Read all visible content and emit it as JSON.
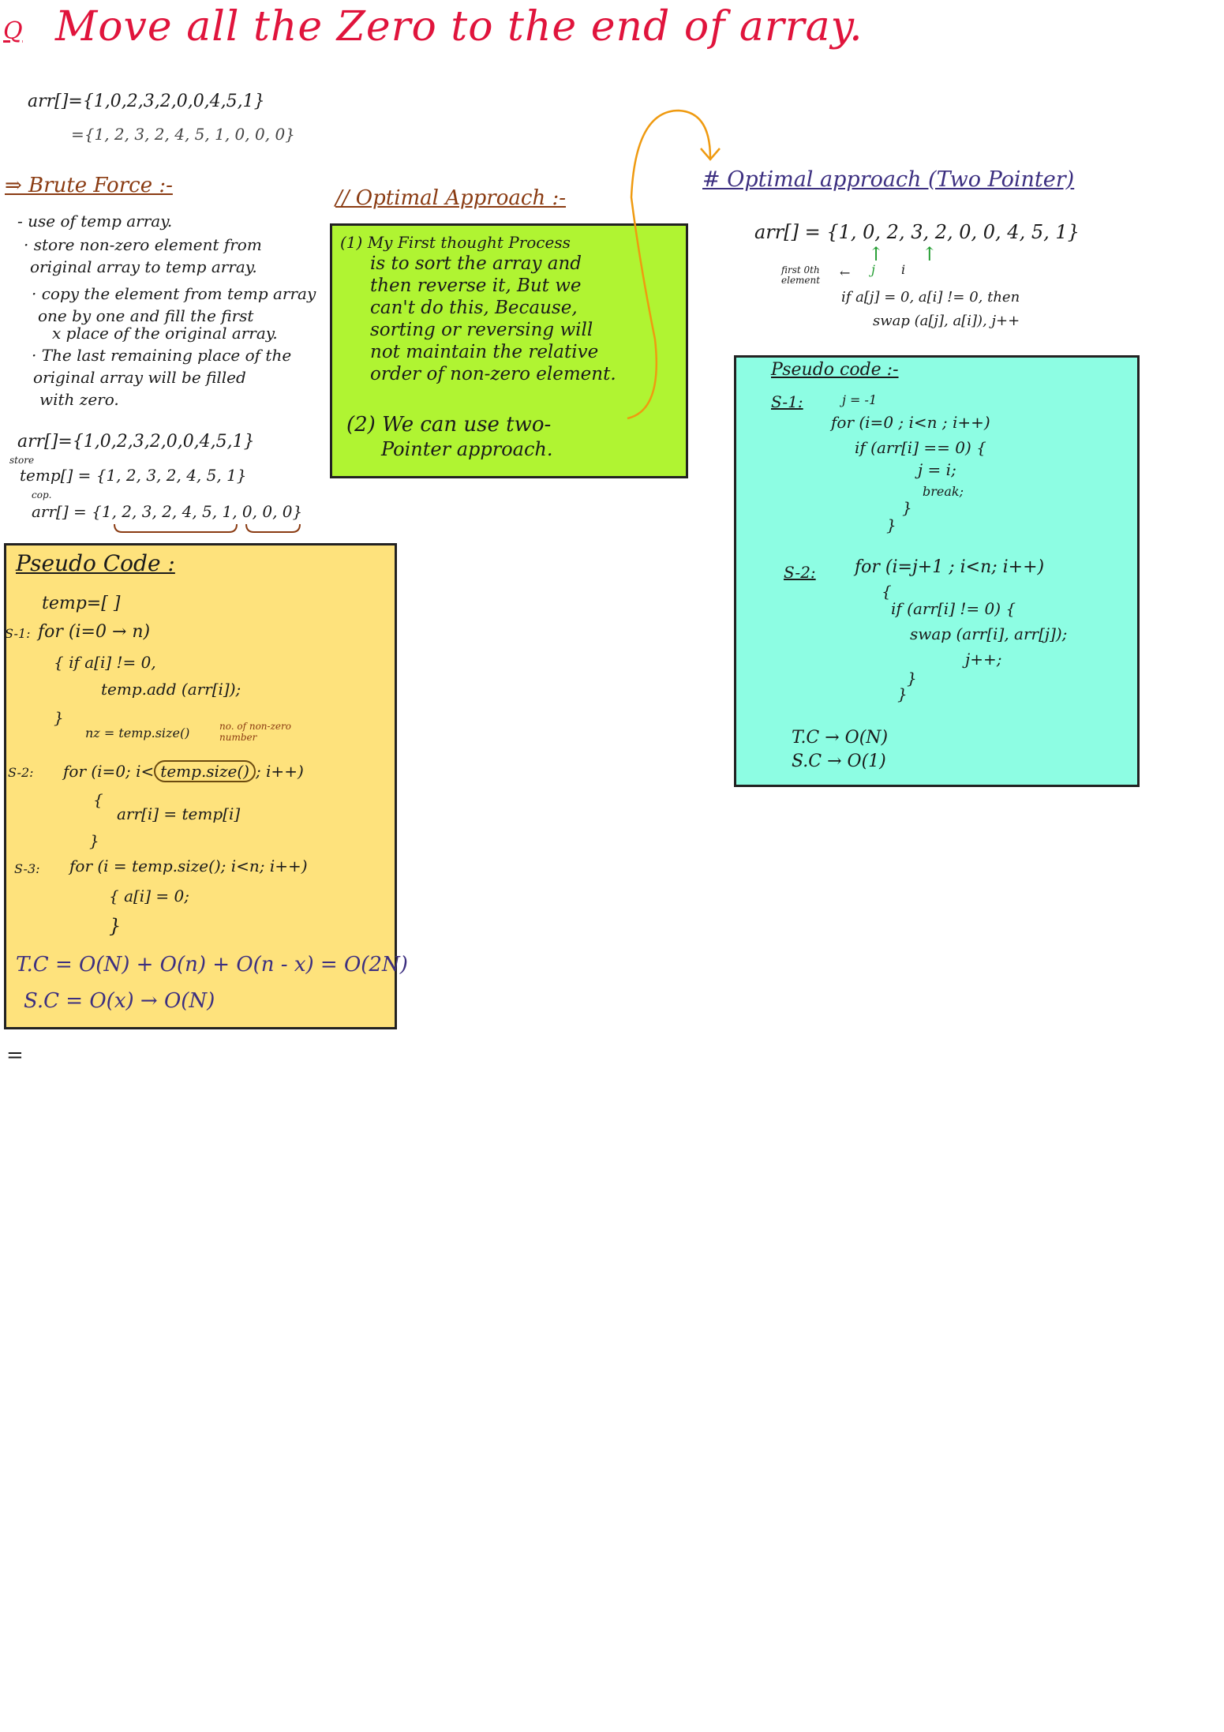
{
  "title": {
    "prefix": "Q",
    "text": "Move all the Zero to the end of array."
  },
  "intro": {
    "input": "arr[]={1,0,2,3,2,0,0,4,5,1}",
    "output": "={1, 2, 3, 2, 4, 5, 1, 0, 0, 0}"
  },
  "brute": {
    "heading": "⇒ Brute Force :-",
    "bullets": [
      "- use of temp array.",
      "· store non-zero element from",
      "original array to temp array.",
      "· copy the element from temp array",
      "one by one and fill the first",
      "x place of the original array.",
      "· The last remaining place of the",
      "original array will be filled",
      "with zero."
    ],
    "example": {
      "arr": "arr[]={1,0,2,3,2,0,0,4,5,1}",
      "store_label": "store",
      "temp": "temp[] = {1, 2, 3, 2, 4, 5, 1}",
      "copy_label": "cop.",
      "result": "arr[] = {1, 2, 3, 2, 4, 5, 1, 0, 0, 0}"
    }
  },
  "pseudo": {
    "heading": "Pseudo Code :",
    "temp_init": "temp=[ ]",
    "s1_label": "S-1:",
    "s1_loop": "for (i=0 → n)",
    "s1_if": "{ if a[i] != 0,",
    "s1_add": "temp.add (arr[i]);",
    "s1_close": "}",
    "nz": "nz = temp.size()",
    "nz_note": "no. of non-zero number",
    "s2_label": "S-2:",
    "s2_loop": "for (i=0; i<",
    "s2_highlight": "temp.size()",
    "s2_tail": "; i++)",
    "s2_open": "{",
    "s2_assign": "arr[i] = temp[i]",
    "s2_close": "}",
    "s3_label": "S-3:",
    "s3_loop": "for (i = temp.size(); i<n; i++)",
    "s3_body": "{ a[i] = 0;",
    "s3_close": "}",
    "tc": "T.C = O(N) + O(n) + O(n - x) = O(2N)",
    "sc": "S.C = O(x) → O(N)"
  },
  "thought": {
    "heading": "// Optimal Approach :-",
    "lines": [
      "(1) My First thought Process",
      "is to sort the array and",
      "then reverse it, But we",
      "can't do this, Because,",
      "sorting or reversing will",
      "not maintain the relative",
      "order of non-zero element."
    ],
    "lines2": [
      "(2) We can use two-",
      "Pointer approach."
    ]
  },
  "optimal": {
    "heading": "# Optimal approach (Two Pointer)",
    "arr": "arr[] = {1, 0, 2, 3, 2, 0, 0, 4, 5, 1}",
    "arrows": "↑ ↑",
    "ptr_j": "j",
    "ptr_i": "i",
    "first_zero": "first 0th element",
    "back_arrow": "←",
    "cond": "if a[j] = 0, a[i] != 0, then",
    "swap": "swap (a[j], a[i]), j++",
    "pseudo_heading": "Pseudo code :-",
    "s1_label": "S-1:",
    "s1_init": "j = -1",
    "s1_loop": "for (i=0 ; i<n ; i++)",
    "s1_if": "if (arr[i] == 0) {",
    "s1_assign": "j = i;",
    "s1_break": "break;",
    "s1_close1": "}",
    "s1_close2": "}",
    "s2_label": "S-2:",
    "s2_loop": "for (i=j+1 ; i<n; i++)",
    "s2_open": "{",
    "s2_if": "if (arr[i] != 0) {",
    "s2_swap": "swap (arr[i], arr[j]);",
    "s2_inc": "j++;",
    "s2_close1": "}",
    "s2_close2": "}",
    "tc": "T.C → O(N)",
    "sc": "S.C → O(1)"
  },
  "footer_mark": "=",
  "colors": {
    "title": "#e0143c",
    "pseudo_box": "#fee27c",
    "thought_box": "#b0f432",
    "optimal_box": "#8dfde3",
    "brown_heading": "#8a3b12",
    "arrow": "#ef9a10",
    "pointer": "#1f9b2e"
  }
}
